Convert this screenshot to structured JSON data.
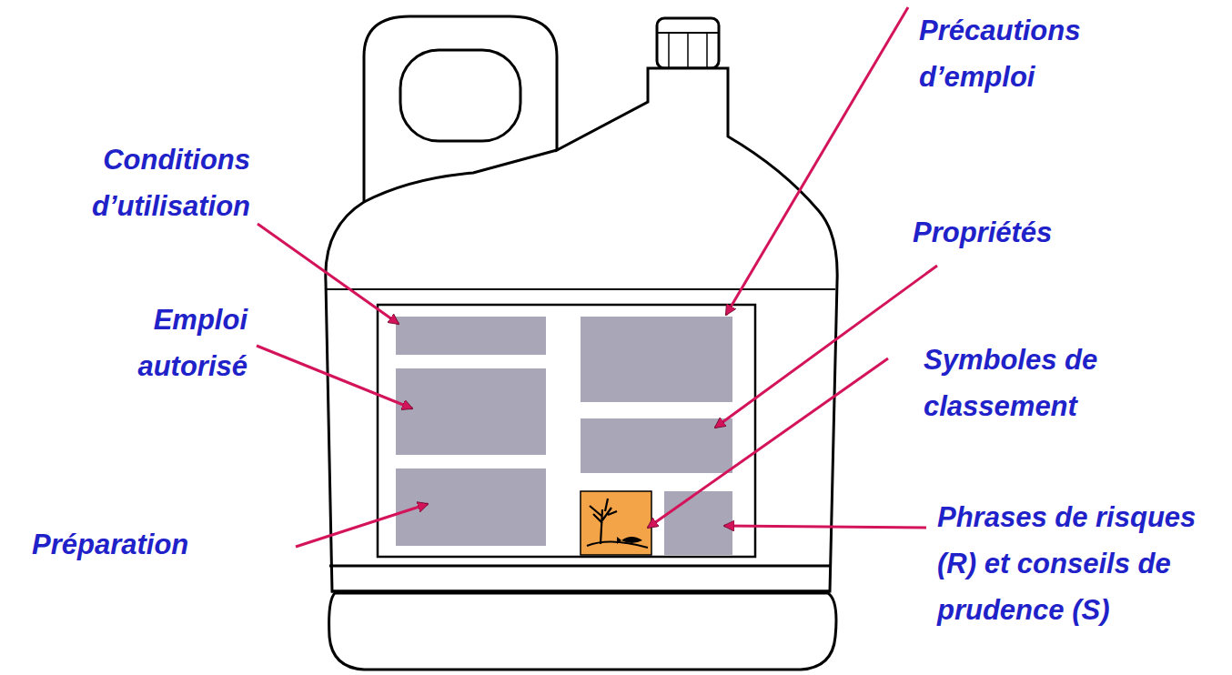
{
  "diagram": {
    "labels": [
      "Conditions d’utilisation",
      "Emploi autorisé",
      "Préparation",
      "Précautions d’emploi",
      "Propriétés",
      "Symboles de classement",
      "Phrases de risques (R) et conseils de prudence (S)"
    ]
  }
}
